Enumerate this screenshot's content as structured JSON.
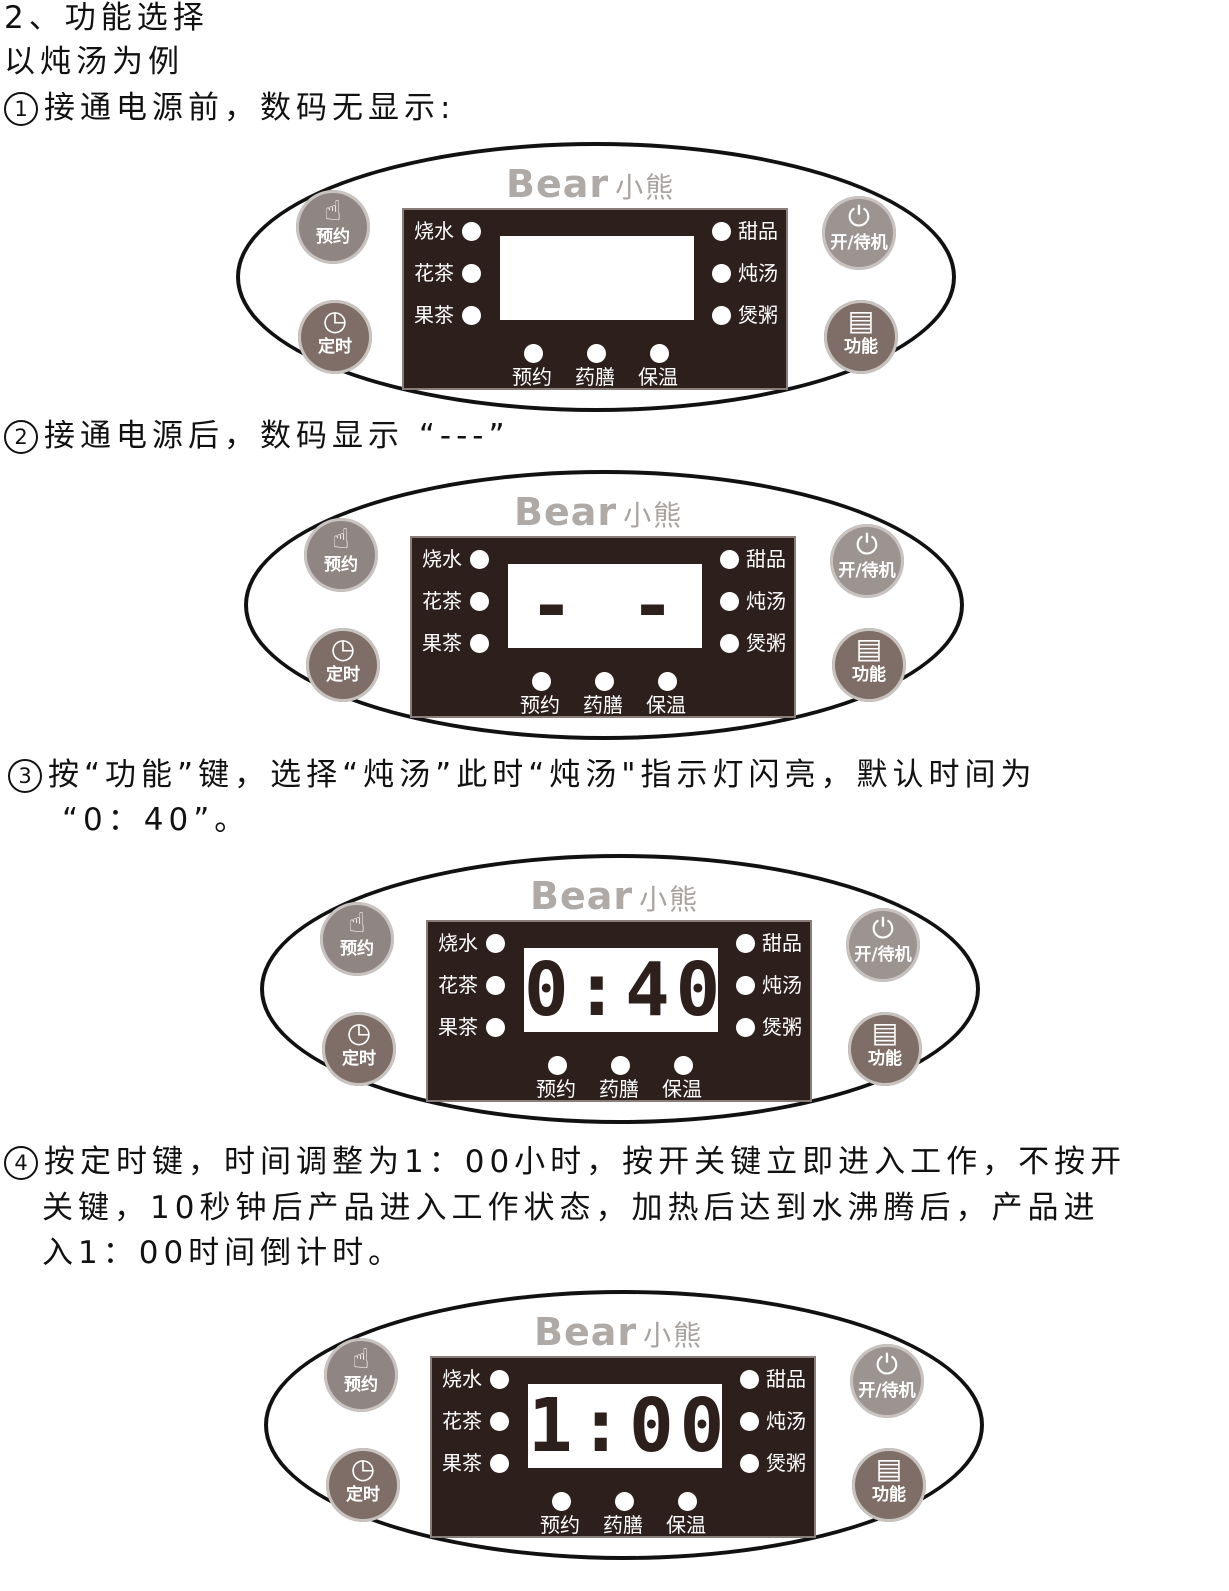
{
  "heading": "2、功能选择",
  "subheading": "以炖汤为例",
  "steps": [
    {
      "num": "1",
      "text": "接通电源前，数码无显示:"
    },
    {
      "num": "2",
      "text": "接通电源后，数码显示 “---”"
    },
    {
      "num": "3",
      "text_line1": "按“功能”键，选择“炖汤”此时“炖汤\"指示灯闪亮，默认时间为",
      "text_line2": "“0：40”。"
    },
    {
      "num": "4",
      "text_line1": "按定时键，时间调整为1：00小时，按开关键立即进入工作，不按开",
      "text_line2": "关键，10秒钟后产品进入工作状态，加热后达到水沸腾后，产品进",
      "text_line3": "入1：00时间倒计时。"
    }
  ],
  "panel": {
    "logo_en": "Bear",
    "logo_cn": "小熊",
    "left_labels": [
      "烧水",
      "花茶",
      "果茶"
    ],
    "right_labels": [
      "甜品",
      "炖汤",
      "煲粥"
    ],
    "bottom_labels": [
      "预约",
      "药膳",
      "保温"
    ],
    "buttons": {
      "reserve": "预约",
      "timer": "定时",
      "power": "开/待机",
      "function": "功能"
    },
    "icons": {
      "reserve": "hand-pointer-icon",
      "timer": "clock-icon",
      "power": "power-icon",
      "function": "menu-list-icon"
    }
  },
  "displays": [
    "",
    "- - -",
    "0:40",
    "1:00"
  ]
}
